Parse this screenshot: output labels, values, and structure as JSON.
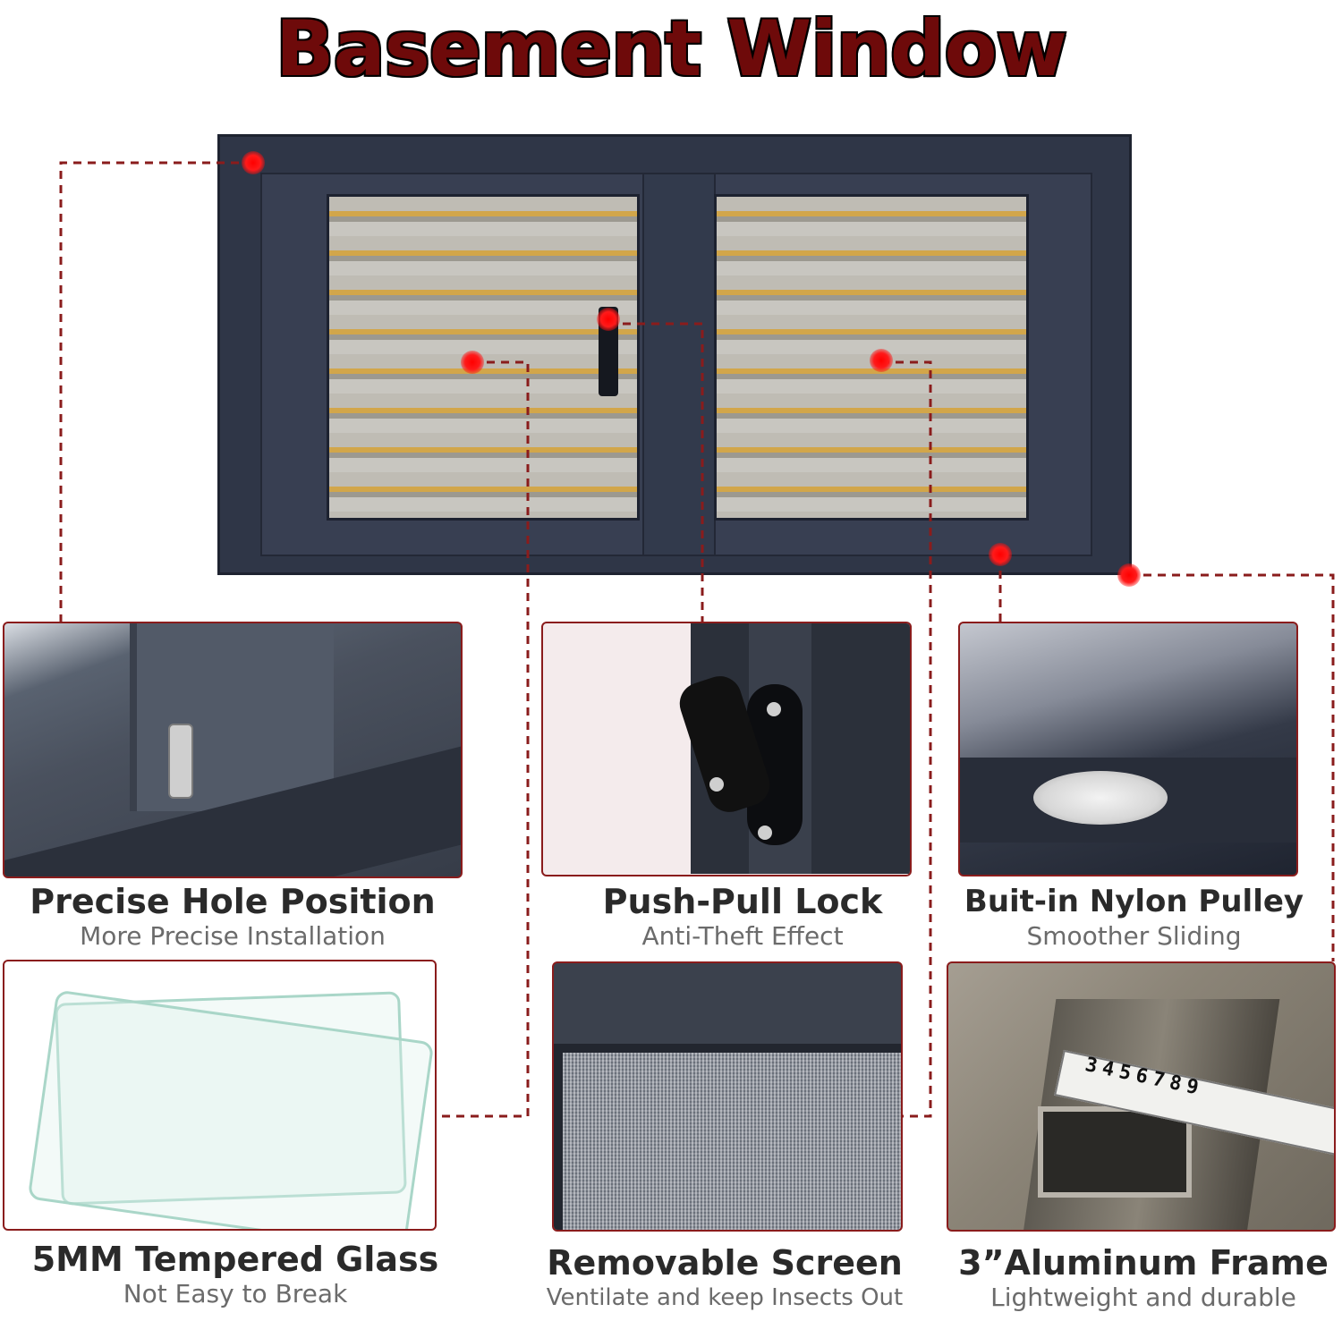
{
  "title": "Basement Window",
  "colors": {
    "title_fill": "#6e0a0a",
    "title_stroke": "#000000",
    "frame": "#2f3647",
    "leader": "#8a1c1c",
    "marker": "#ff0000",
    "panel_border": "#8a1c1c"
  },
  "features": [
    {
      "title": "Precise Hole Position",
      "subtitle": "More Precise Installation",
      "image_icon": "sash-screw-hole-image"
    },
    {
      "title": "Push-Pull Lock",
      "subtitle": "Anti-Theft Effect",
      "image_icon": "lock-latch-image"
    },
    {
      "title": "Buit-in Nylon Pulley",
      "subtitle": "Smoother Sliding",
      "image_icon": "nylon-pulley-image"
    },
    {
      "title": "5MM Tempered Glass",
      "subtitle": "Not Easy to Break",
      "image_icon": "tempered-glass-image"
    },
    {
      "title": "Removable Screen",
      "subtitle": "Ventilate and keep Insects Out",
      "image_icon": "insect-screen-image"
    },
    {
      "title": "3”Aluminum Frame",
      "subtitle": "Lightweight and durable",
      "image_icon": "aluminum-frame-tape-image"
    }
  ],
  "tape_numbers": "3456789"
}
